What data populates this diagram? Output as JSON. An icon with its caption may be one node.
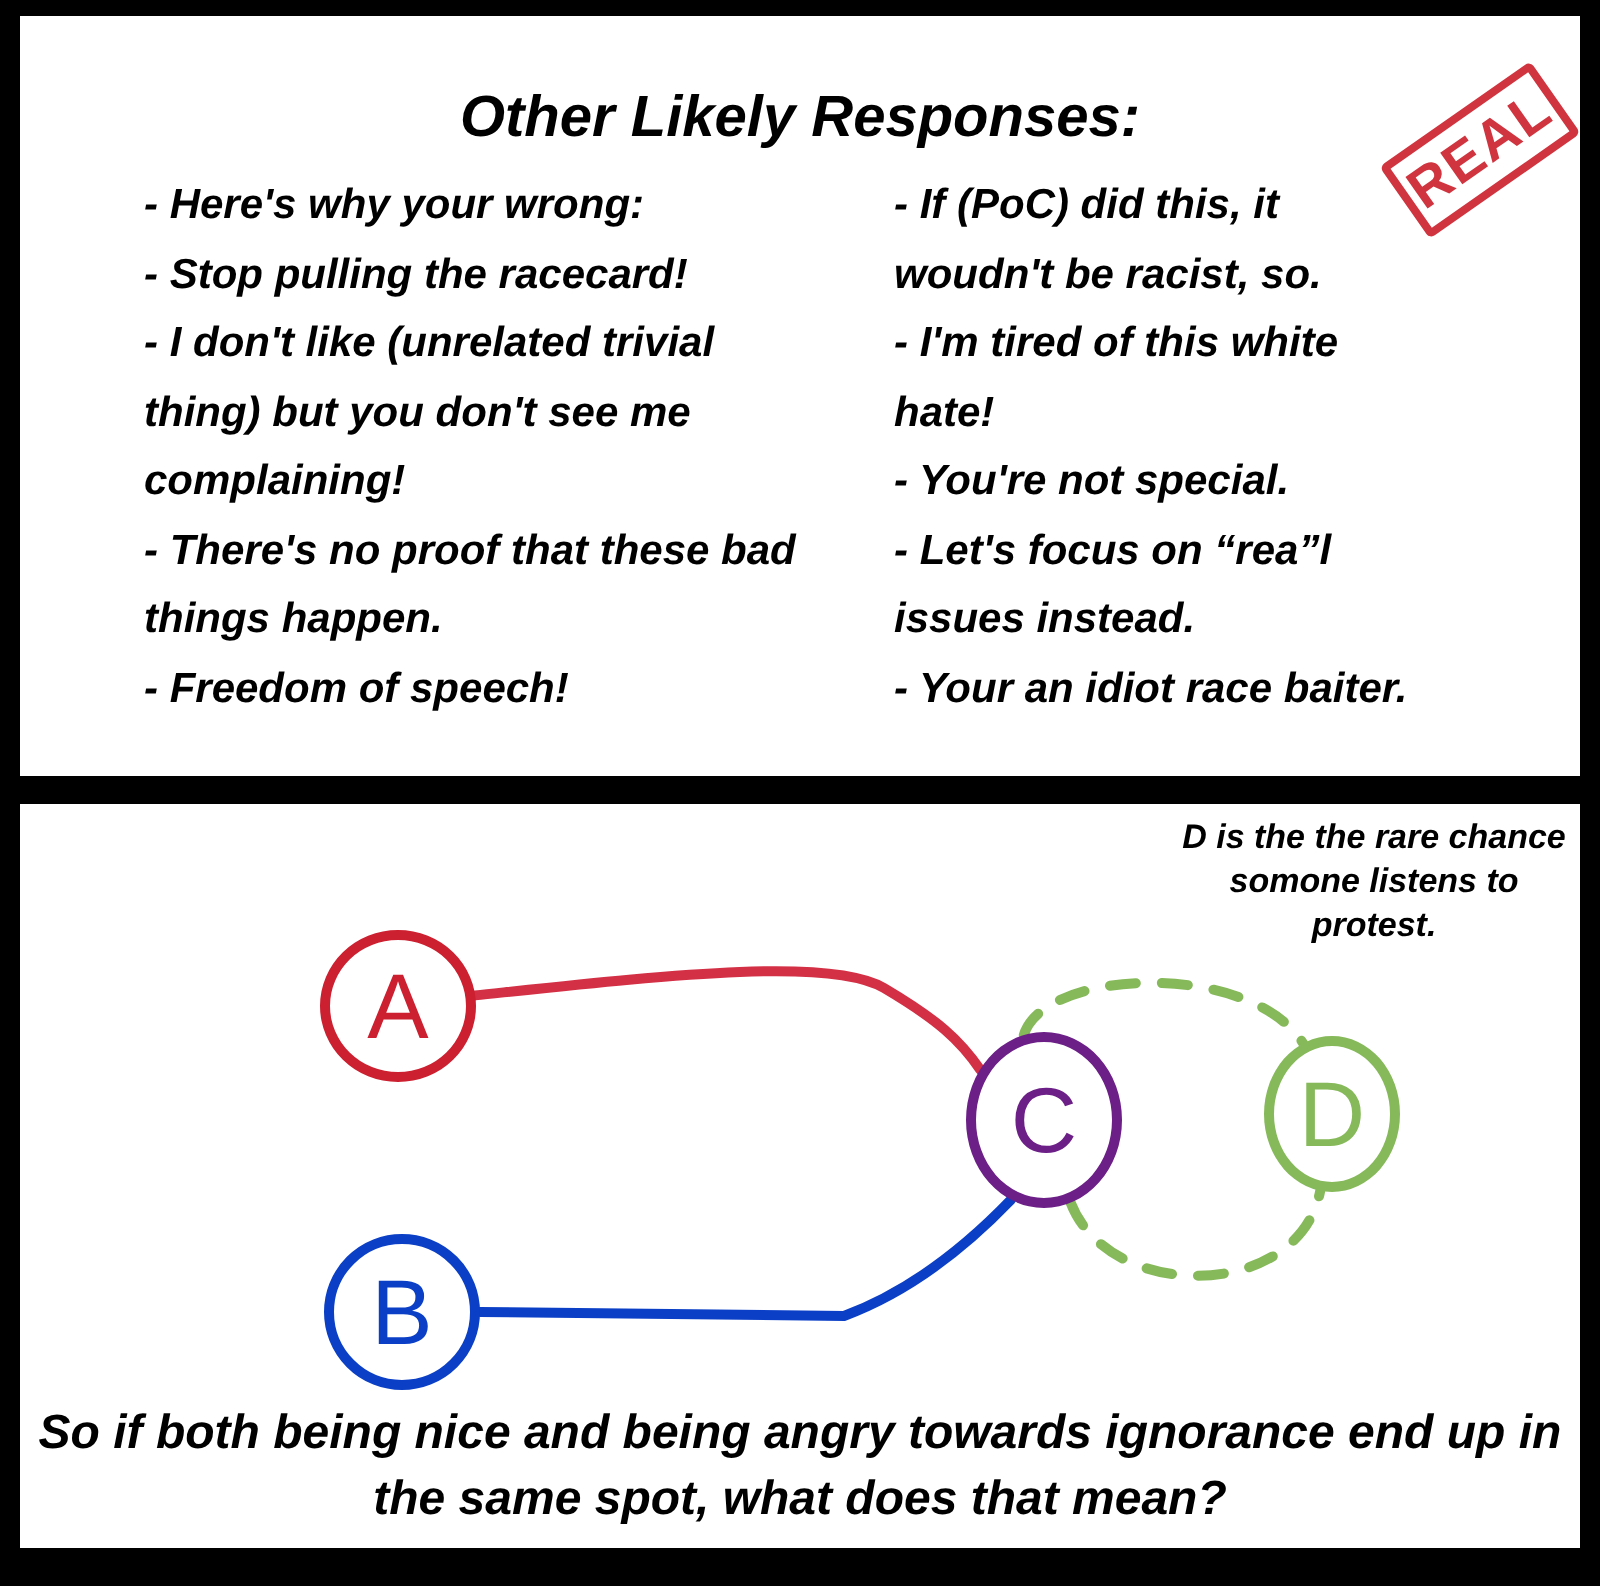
{
  "diagram": {
    "title": "Other Likely Responses:",
    "caption": "So if both being nice and being angry towards ignorance end up in the same spot, what does that mean?",
    "nodes": [
      {
        "text": [
          "A"
        ]
      },
      {
        "text": [
          "B"
        ]
      },
      {
        "text": [
          "C"
        ]
      },
      {
        "text": [
          "D"
        ],
        "beside": [
          "D is the the rare chance somone listens to protest."
        ]
      }
    ],
    "edges": [
      {
        "from": 0,
        "to": 2,
        "arrow": "none",
        "color": "#d32f45"
      },
      {
        "from": 1,
        "to": 2,
        "arrow": "none",
        "color": "#0a3fc6"
      },
      {
        "from": 2,
        "to": 3,
        "arrow": "none",
        "style": "dashed",
        "color": "#86b95a"
      },
      {
        "from": 2,
        "to": 3,
        "arrow": "none",
        "style": "dashed",
        "color": "#86b95a"
      }
    ],
    "labels": [
      "- Here's why your wrong:",
      "- Stop pulling the racecard!",
      "- I don't like (unrelated trivial thing) but you don't see me complaining!",
      "- There's no proof that these bad things happen.",
      "- Freedom of speech!",
      "- If (PoC) did this, it woudn't be racist, so.",
      "- I'm tired of this white hate!",
      "- You're not special.",
      "- Let's focus on “rea”l issues instead.",
      "- Your an idiot race baiter.",
      "REAL"
    ]
  }
}
